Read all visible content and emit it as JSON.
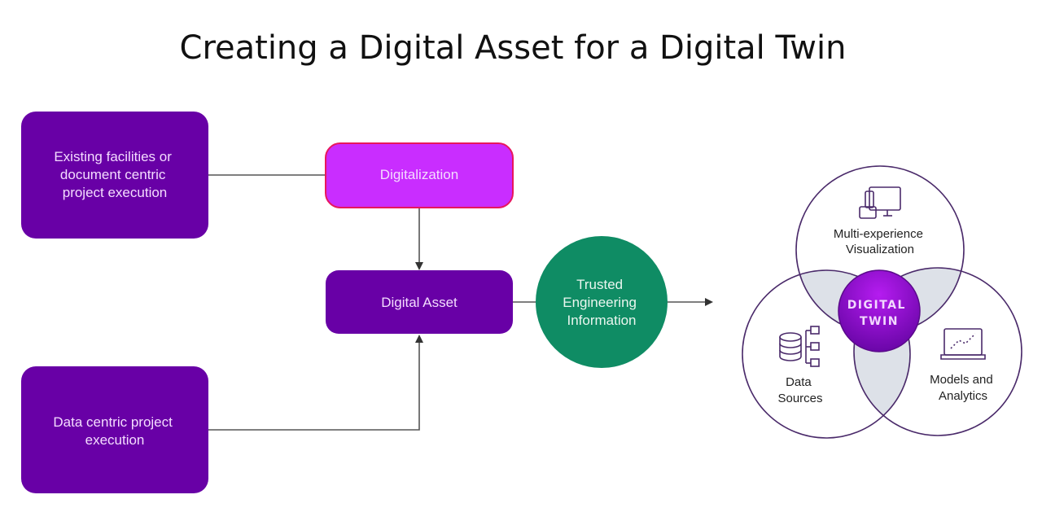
{
  "title": "Creating a Digital Asset for a Digital Twin",
  "nodes": {
    "existing": [
      "Existing facilities or",
      "document centric",
      "project execution"
    ],
    "data_centric": [
      "Data centric project",
      "execution"
    ],
    "digitalization": "Digitalization",
    "digital_asset": "Digital Asset",
    "trusted": [
      "Trusted",
      "Engineering",
      "Information"
    ]
  },
  "venn": {
    "center": [
      "DIGITAL",
      "TWIN"
    ],
    "top": [
      "Multi-experience",
      "Visualization"
    ],
    "left": [
      "Data",
      "Sources"
    ],
    "right": [
      "Models and",
      "Analytics"
    ]
  },
  "colors": {
    "dark_purple": "#6800a6",
    "magenta": "#c92dff",
    "magenta_border": "#e8175d",
    "green": "#0f8c64",
    "overlap": "#dde1e8"
  }
}
